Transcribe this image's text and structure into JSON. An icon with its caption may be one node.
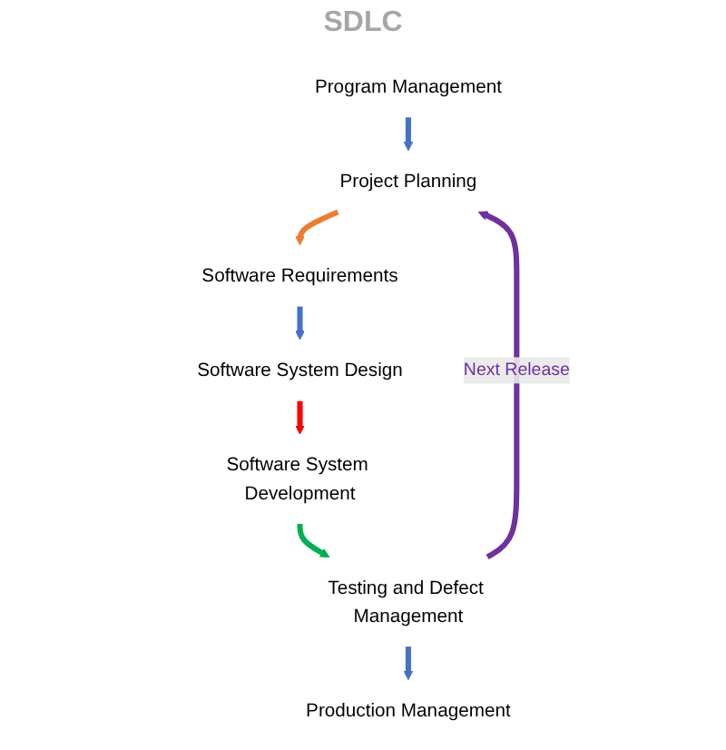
{
  "diagram": {
    "nodes": [
      {
        "text": [
          "Program Management"
        ]
      },
      {
        "text": [
          "Project Planning"
        ]
      },
      {
        "text": [
          "Software Requirements"
        ]
      },
      {
        "text": [
          "Software System Design"
        ]
      },
      {
        "text": [
          "Software System Development"
        ]
      },
      {
        "text": [
          "Testing and Defect Management"
        ]
      },
      {
        "text": [
          "Production Management"
        ]
      }
    ],
    "edges": [
      {
        "from": 0,
        "to": 1,
        "arrow": "to"
      },
      {
        "from": 1,
        "to": 2,
        "arrow": "to",
        "color": "#ed7d31"
      },
      {
        "from": 2,
        "to": 3,
        "arrow": "to"
      },
      {
        "from": 3,
        "to": 4,
        "arrow": "to",
        "color": "#ff0000"
      },
      {
        "from": 4,
        "to": 5,
        "arrow": "to",
        "color": "#00b050"
      },
      {
        "from": 5,
        "to": 1,
        "arrow": "to",
        "label": "Next Release",
        "color": "#7030a0"
      },
      {
        "from": 5,
        "to": 6,
        "arrow": "to"
      }
    ],
    "labels": [
      "SDLC"
    ]
  }
}
